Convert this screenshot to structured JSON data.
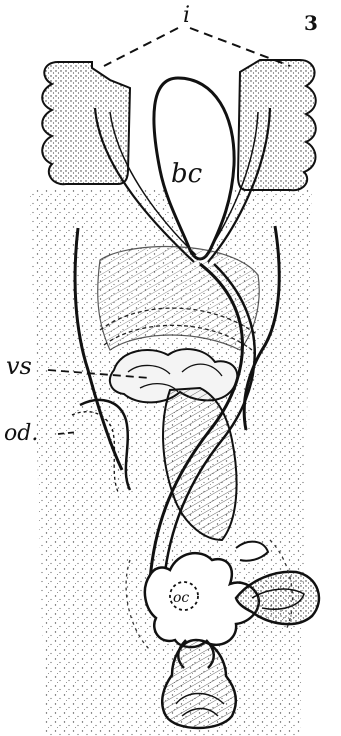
{
  "figure": {
    "number": "3",
    "labels": {
      "i": "i",
      "bc": "bc",
      "vs": "vs",
      "od": "od.",
      "oc": "oc"
    }
  }
}
